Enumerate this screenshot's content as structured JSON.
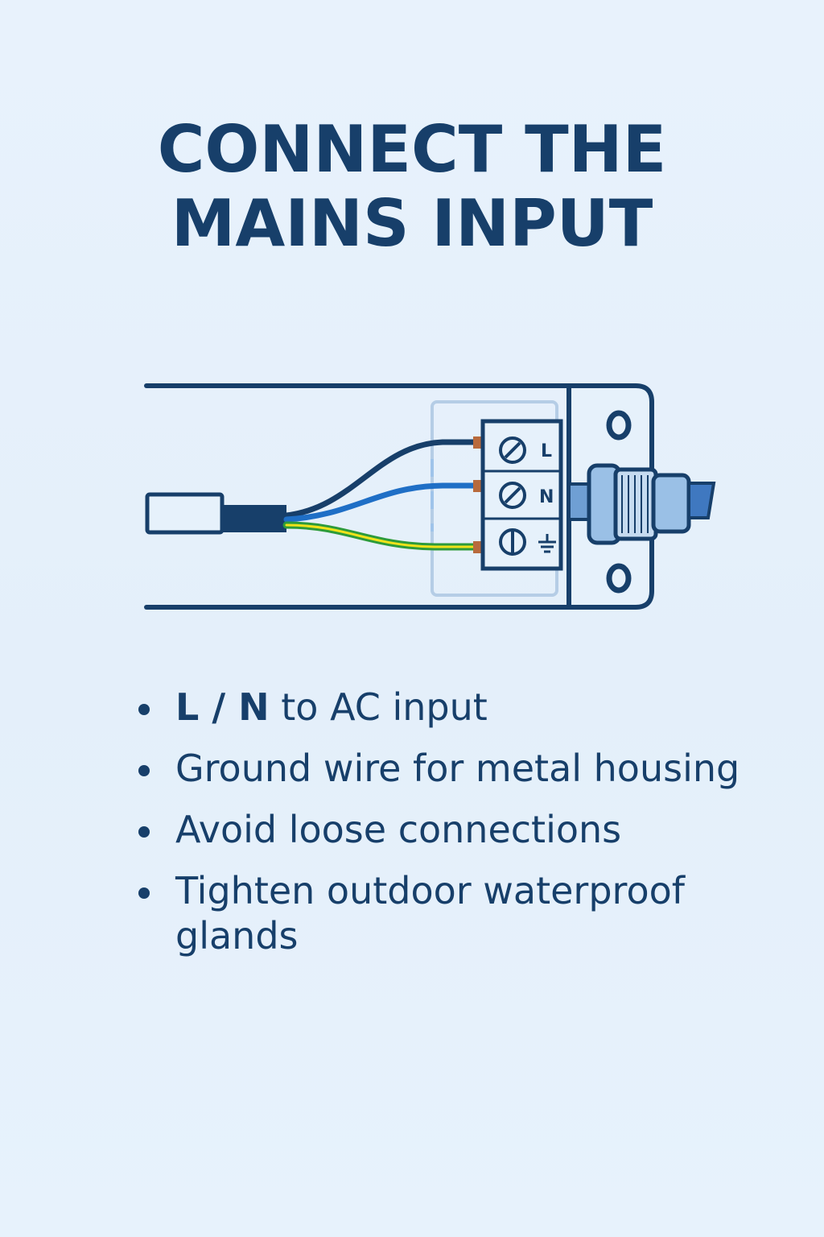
{
  "title": {
    "line1": "CONNECT THE",
    "line2": "MAINS INPUT"
  },
  "diagram": {
    "terminals": {
      "live": "L",
      "neutral": "N",
      "ground_symbol": "ground-symbol-icon"
    },
    "colors": {
      "housing": "#173f6a",
      "live_wire": "#173f6a",
      "neutral_wire": "#1f6fc6",
      "ground_wire_green": "#2d9b3a",
      "ground_wire_yellow": "#f0e21a",
      "copper": "#b86a3c",
      "gland": "#9ac0e6"
    }
  },
  "bullets": [
    {
      "bold": "L / N",
      "text": " to AC input"
    },
    {
      "bold": "",
      "text": "Ground wire for metal housing"
    },
    {
      "bold": "",
      "text": "Avoid loose connections"
    },
    {
      "bold": "",
      "text": "Tighten outdoor waterproof glands"
    }
  ]
}
